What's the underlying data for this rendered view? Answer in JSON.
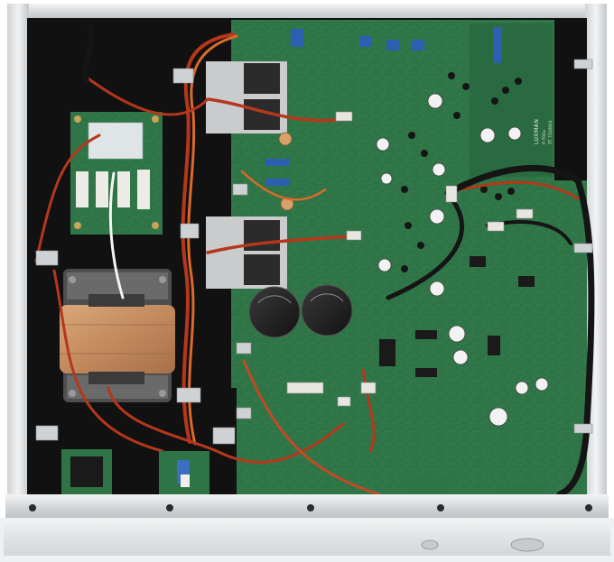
{
  "photo": {
    "subject": "amplifier-chassis-interior",
    "board_markings": {
      "brand": "LUXMAN",
      "model": "P-700u",
      "code": "TT 7310001"
    },
    "colors": {
      "chassis_black": "#111111",
      "pcb_green": "#2f7446",
      "pcb_dark": "#23583a",
      "wire_red": "#b5371c",
      "wire_orange": "#d96a2a",
      "wire_black": "#151515",
      "transformer_copper": "#c8956a",
      "heatsink_silver": "#c9cbcd",
      "aluminum_front": "#dfe2e4",
      "capacitor_black": "#1c1c1c"
    }
  }
}
